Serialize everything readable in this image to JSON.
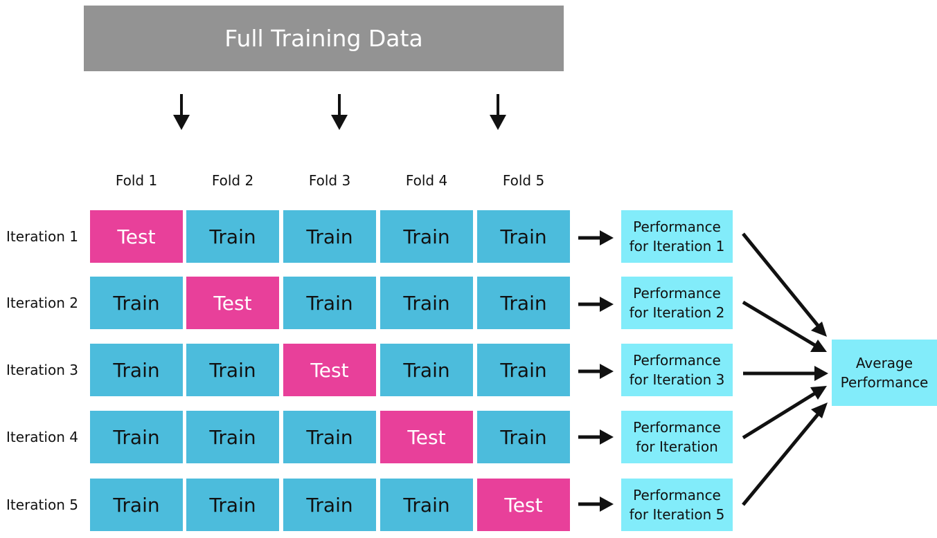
{
  "header": {
    "title": "Full Training Data"
  },
  "folds": [
    "Fold 1",
    "Fold 2",
    "Fold 3",
    "Fold 4",
    "Fold 5"
  ],
  "iterations": [
    {
      "label": "Iteration 1",
      "cells": [
        "Test",
        "Train",
        "Train",
        "Train",
        "Train"
      ],
      "perf_line1": "Performance",
      "perf_line2": "for Iteration 1"
    },
    {
      "label": "Iteration 2",
      "cells": [
        "Train",
        "Test",
        "Train",
        "Train",
        "Train"
      ],
      "perf_line1": "Performance",
      "perf_line2": "for Iteration 2"
    },
    {
      "label": "Iteration 3",
      "cells": [
        "Train",
        "Train",
        "Test",
        "Train",
        "Train"
      ],
      "perf_line1": "Performance",
      "perf_line2": "for Iteration 3"
    },
    {
      "label": "Iteration 4",
      "cells": [
        "Train",
        "Train",
        "Train",
        "Test",
        "Train"
      ],
      "perf_line1": "Performance",
      "perf_line2": "for Iteration"
    },
    {
      "label": "Iteration 5",
      "cells": [
        "Train",
        "Train",
        "Train",
        "Train",
        "Test"
      ],
      "perf_line1": "Performance",
      "perf_line2": "for Iteration 5"
    }
  ],
  "average": {
    "line1": "Average",
    "line2": "Performance"
  },
  "colors": {
    "header_bg": "#939393",
    "train": "#4cbcdc",
    "test": "#e8409a",
    "result": "#82ecfa",
    "arrow": "#111111"
  }
}
